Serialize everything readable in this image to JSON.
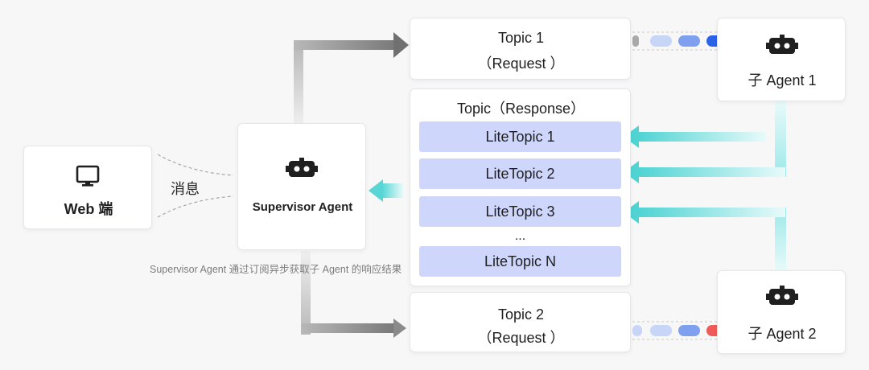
{
  "web": {
    "label": "Web 端",
    "icon": "monitor-icon"
  },
  "message_label": "消息",
  "supervisor": {
    "label": "Supervisor Agent",
    "icon": "robot-icon"
  },
  "caption": "Supervisor Agent 通过订阅异步获取子 Agent 的响应结果",
  "topic1": {
    "line1": "Topic 1",
    "line2": "（Request ）"
  },
  "topic2": {
    "line1": "Topic 2",
    "line2": "（Request ）"
  },
  "response": {
    "title": "Topic（Response）",
    "items": [
      "LiteTopic 1",
      "LiteTopic 2",
      "LiteTopic 3",
      "LiteTopic N"
    ],
    "ellipsis": "..."
  },
  "agent1": {
    "label": "子 Agent 1",
    "icon": "robot-icon"
  },
  "agent2": {
    "label": "子 Agent 2",
    "icon": "robot-icon"
  },
  "colors": {
    "lite_fill": "#cfd6fb",
    "teal_arrow": "#5fd8d8",
    "gray_arrow": "#8c8c8c",
    "pill_light": "#bcd0f7",
    "pill_mid": "#9ab3ef",
    "pill_blue": "#2a63e8",
    "pill_red": "#f05a5a"
  }
}
